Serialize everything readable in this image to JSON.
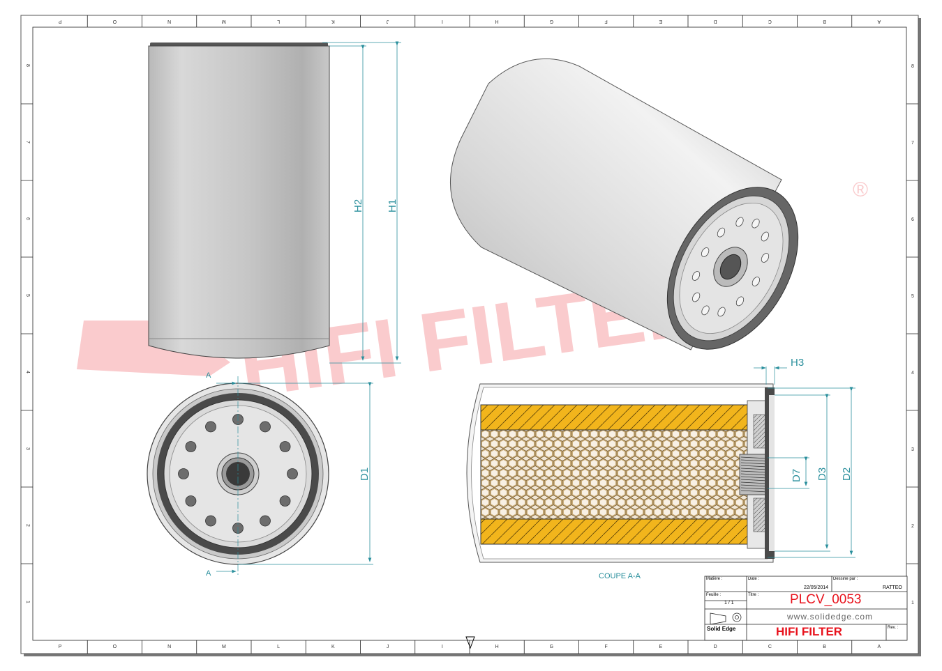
{
  "watermark": {
    "text": "HIFI FILTER",
    "registered_mark": "®"
  },
  "dimensions": {
    "h1": "H1",
    "h2": "H2",
    "h3": "H3",
    "d1": "D1",
    "d2": "D2",
    "d3": "D3",
    "d7": "D7"
  },
  "section": {
    "marker": "A",
    "caption": "COUPE A-A"
  },
  "border": {
    "top_letters": [
      "P",
      "O",
      "N",
      "M",
      "L",
      "K",
      "J",
      "I",
      "H",
      "G",
      "F",
      "E",
      "D",
      "C",
      "B",
      "A"
    ],
    "bottom_letters": [
      "P",
      "O",
      "N",
      "M",
      "L",
      "K",
      "J",
      "I",
      "H",
      "G",
      "F",
      "E",
      "D",
      "C",
      "B",
      "A"
    ],
    "right_numbers": [
      "8",
      "7",
      "6",
      "5",
      "4",
      "3",
      "2",
      "1"
    ],
    "left_numbers": [
      "8",
      "7",
      "6",
      "5",
      "4",
      "3",
      "2",
      "1"
    ]
  },
  "title_block": {
    "matiere_label": "Matière :",
    "date_label": "Date :",
    "date_value": "22/05/2014",
    "dessine_label": "Dessiné par :",
    "dessine_value": "RATTEO",
    "feuille_label": "Feuille :",
    "feuille_value": "1 / 1",
    "titre_label": "Titre :",
    "part_number": "PLCV_0053",
    "website": "www.solidedge.com",
    "software": "Solid Edge",
    "company": "HIFI FILTER",
    "rev_label": "Rev. :"
  },
  "colors": {
    "dimension": "#2a8f9c",
    "brand_red": "#e8121c",
    "media_yellow": "#f2b51c"
  }
}
